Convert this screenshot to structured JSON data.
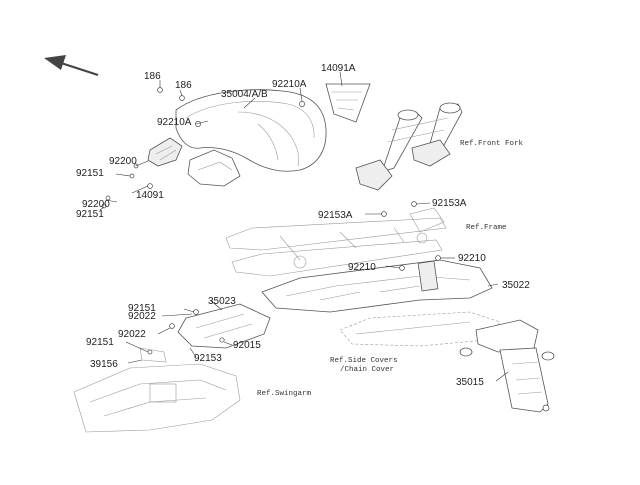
{
  "diagram": {
    "part_numbers": {
      "p186a": "186",
      "p186b": "186",
      "p35004": "35004/A/B",
      "p92210A_top": "92210A",
      "p14091A": "14091A",
      "p92210A_left": "92210A",
      "p92200a": "92200",
      "p92151a": "92151",
      "p14091": "14091",
      "p92200b": "92200",
      "p92151b": "92151",
      "p92153A_l": "92153A",
      "p92153A_r": "92153A",
      "p92210_l": "92210",
      "p92210_r": "92210",
      "p35022": "35022",
      "p92151c": "92151",
      "p92022a": "92022",
      "p35023": "35023",
      "p92022b": "92022",
      "p92151d": "92151",
      "p92015": "92015",
      "p39156": "39156",
      "p92153": "92153",
      "p35015": "35015"
    },
    "references": {
      "front_fork": "Ref.Front Fork",
      "frame": "Ref.Frame",
      "side_covers_1": "Ref.Side Covers",
      "side_covers_2": "/Chain Cover",
      "swingarm": "Ref.Swingarm"
    }
  }
}
